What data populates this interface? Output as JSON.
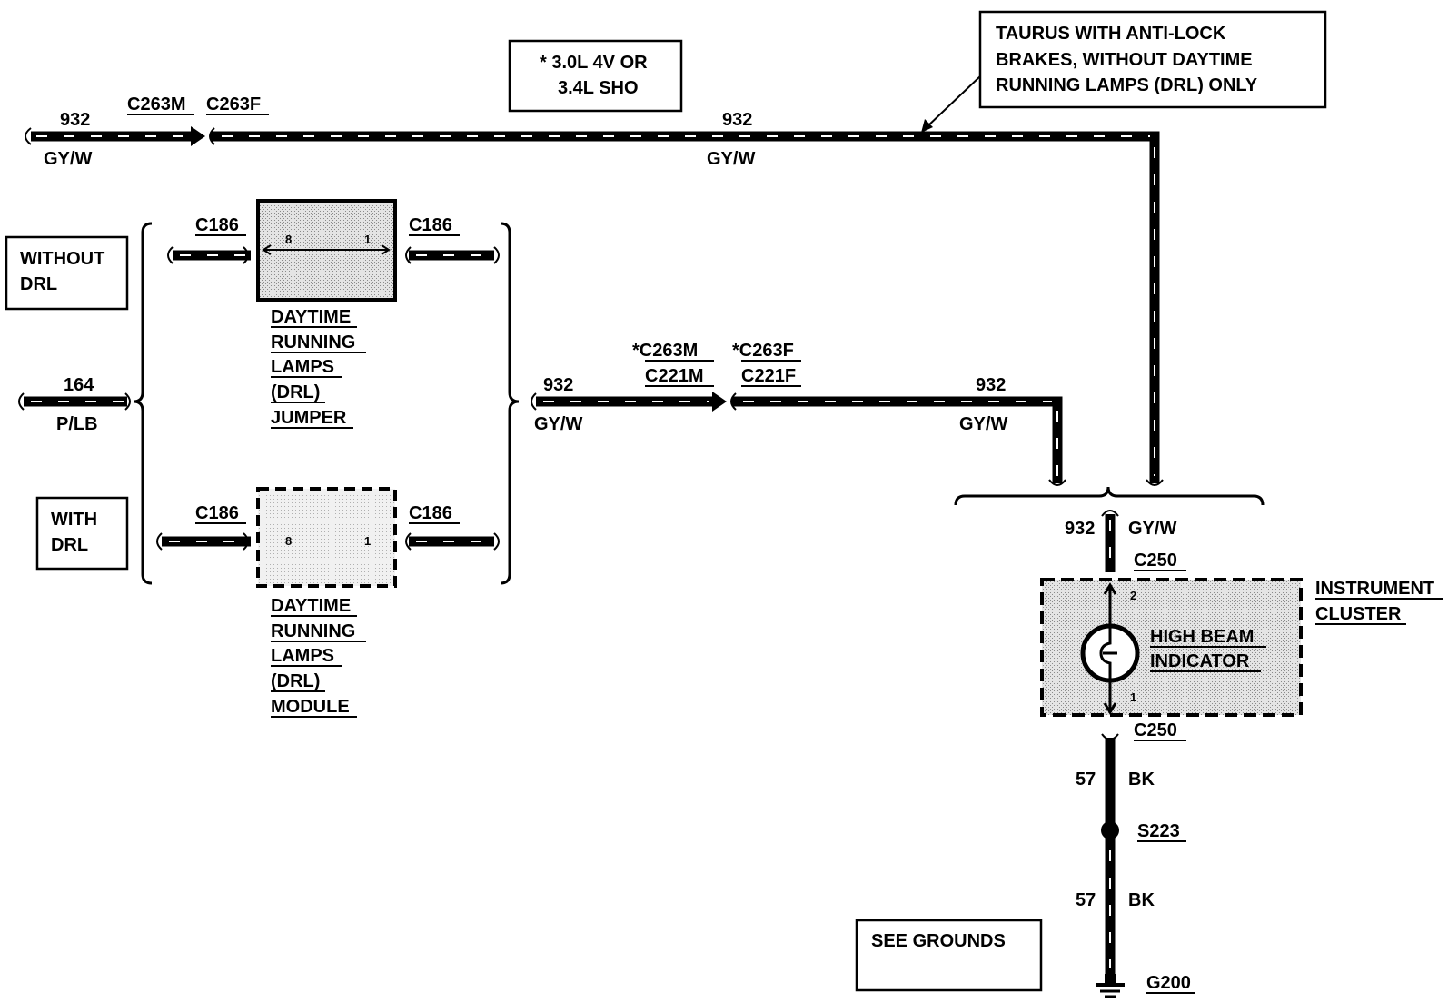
{
  "notes": {
    "engine": [
      "*  3.0L 4V OR",
      "3.4L SHO"
    ],
    "taurus": [
      "TAURUS  WITH ANTI-LOCK",
      "BRAKES, WITHOUT DAYTIME",
      "RUNNING LAMPS (DRL) ONLY"
    ],
    "without_drl": [
      "WITHOUT",
      "DRL"
    ],
    "with_drl": [
      "WITH",
      "DRL"
    ],
    "see_grounds": "SEE GROUNDS"
  },
  "wires": {
    "top_left": {
      "circuit": "932",
      "color": "GY/W"
    },
    "top_mid": {
      "circuit": "932",
      "color": "GY/W"
    },
    "left_164": {
      "circuit": "164",
      "color": "P/LB"
    },
    "mid_left": {
      "circuit": "932",
      "color": "GY/W"
    },
    "mid_right": {
      "circuit": "932",
      "color": "GY/W"
    },
    "cluster_in": {
      "circuit": "932",
      "color": "GY/W"
    },
    "ground_upper": {
      "circuit": "57",
      "color": "BK"
    },
    "ground_lower": {
      "circuit": "57",
      "color": "BK"
    }
  },
  "connectors": {
    "c263m": "C263M",
    "c263f": "C263F",
    "c186_jumper_left": "C186",
    "c186_jumper_right": "C186",
    "c186_module_left": "C186",
    "c186_module_right": "C186",
    "mid_male": [
      "*C263M",
      "C221M"
    ],
    "mid_female": [
      "*C263F",
      "C221F"
    ],
    "c250_top": "C250",
    "c250_bottom": "C250"
  },
  "components": {
    "jumper": {
      "label": [
        "DAYTIME",
        "RUNNING",
        "LAMPS",
        "(DRL)",
        "JUMPER"
      ],
      "pin_left": "8",
      "pin_right": "1"
    },
    "module": {
      "label": [
        "DAYTIME",
        "RUNNING",
        "LAMPS",
        "(DRL)",
        "MODULE"
      ],
      "pin_left": "8",
      "pin_right": "1"
    },
    "cluster": {
      "label": [
        "INSTRUMENT",
        "CLUSTER"
      ],
      "indicator": [
        "HIGH BEAM",
        "INDICATOR"
      ],
      "pin_top": "2",
      "pin_bottom": "1"
    }
  },
  "splice": "S223",
  "ground": "G200"
}
